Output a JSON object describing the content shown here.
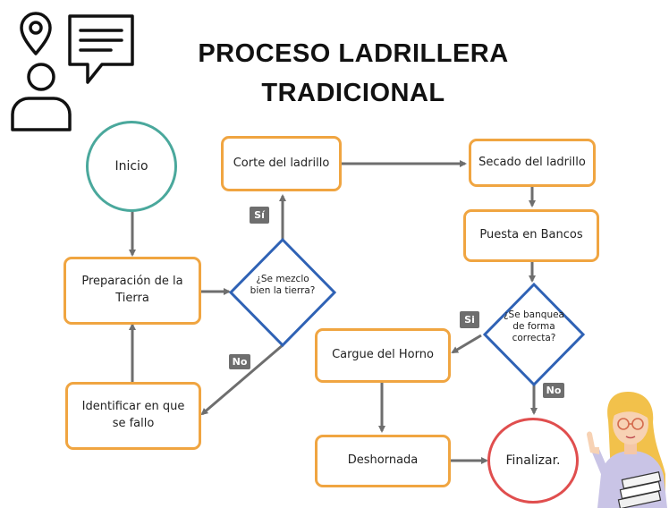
{
  "title": {
    "line1": "PROCESO LADRILLERA",
    "line2": "TRADICIONAL"
  },
  "nodes": {
    "inicio": "Inicio",
    "preparacion": "Preparación de la Tierra",
    "identificar": "Identificar en que se fallo",
    "decision_mezclo": "¿Se mezclo bien la tierra?",
    "corte": "Corte del ladrillo",
    "secado": "Secado del ladrillo",
    "puesta": "Puesta en Bancos",
    "decision_banqueo": "¿Se banquea de forma correcta?",
    "cargue": "Cargue del Horno",
    "deshornada": "Deshornada",
    "finalizar": "Finalizar."
  },
  "labels": {
    "si_1": "Sí",
    "no_1": "No",
    "si_2": "Si",
    "no_2": "No"
  },
  "colors": {
    "process_border": "#f0a541",
    "start_border": "#4aa89c",
    "end_border": "#e04e4e",
    "decision_border": "#2f62b5",
    "arrow": "#6e6e6e",
    "tag_bg": "#6e6e6e"
  },
  "icons": [
    "map-pin-person-chat-icon",
    "woman-with-books-illustration"
  ]
}
